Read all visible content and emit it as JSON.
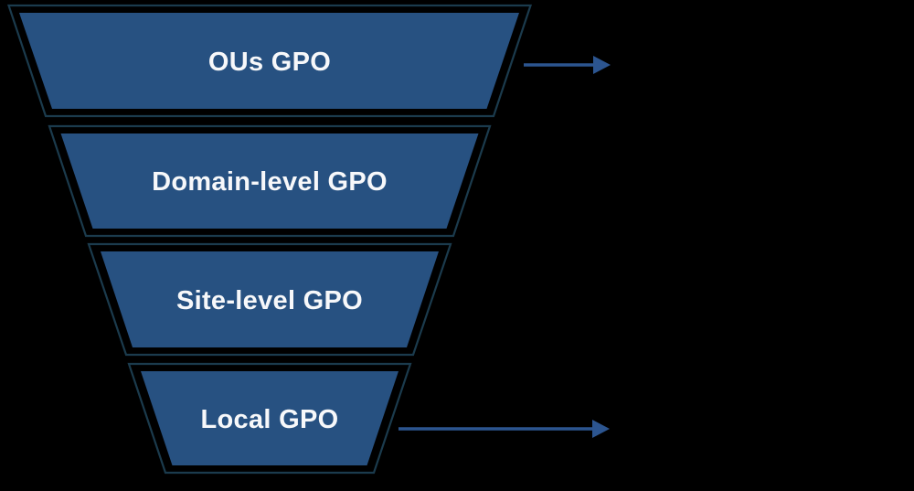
{
  "diagram": {
    "type": "funnel",
    "levels": [
      {
        "label": "OUs GPO"
      },
      {
        "label": "Domain-level GPO"
      },
      {
        "label": "Site-level GPO"
      },
      {
        "label": "Local GPO"
      }
    ],
    "arrows": [
      {
        "icon": "arrow-right",
        "attached_to": "OUs GPO"
      },
      {
        "icon": "arrow-right",
        "attached_to": "Local GPO"
      }
    ]
  },
  "colors": {
    "background": "#000000",
    "funnel_fill": "#275181",
    "funnel_outline": "#1b3b4d",
    "arrow": "#2c5590",
    "label_text": "#f7f8fa"
  }
}
